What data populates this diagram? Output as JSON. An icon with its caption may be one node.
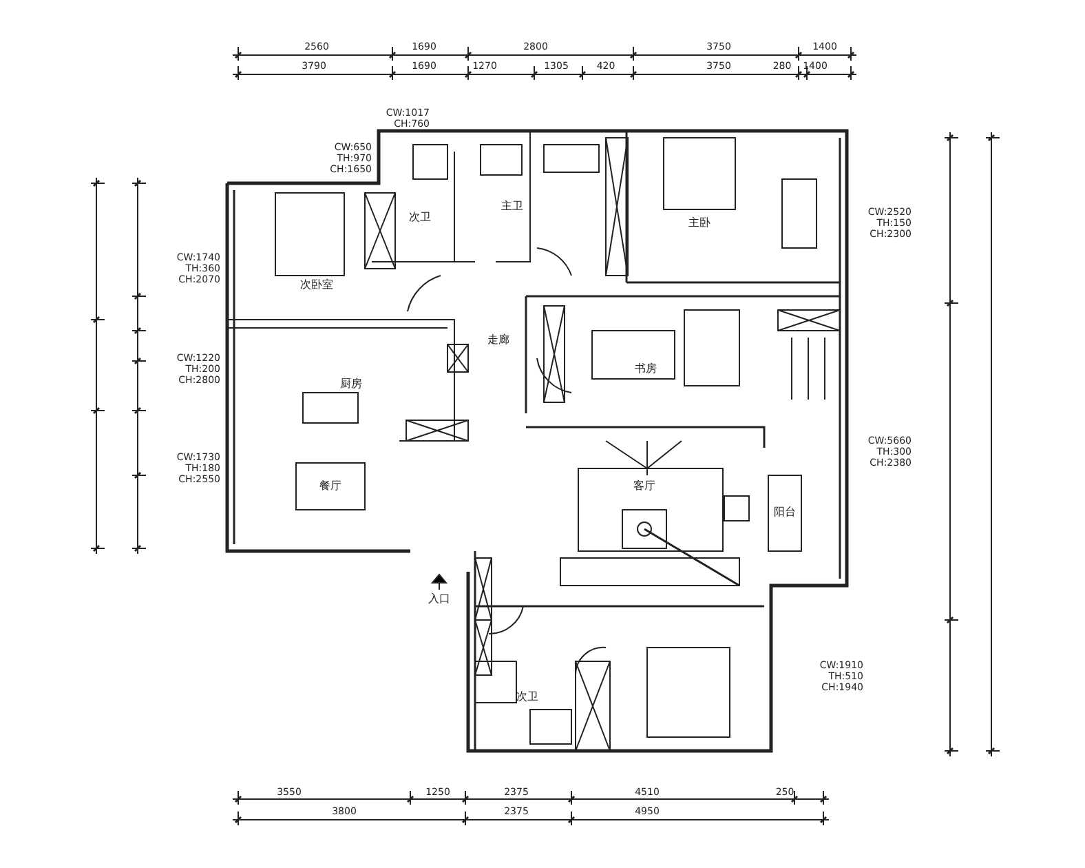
{
  "diagram": {
    "labels": [
      "2560",
      "1690",
      "2800",
      "3750",
      "1400",
      "3790",
      "1690",
      "1270",
      "1305",
      "420",
      "3750",
      "280",
      "1400",
      "CW:1017 CH:760",
      "CW:650 TH:970 CH:1650",
      "次卫",
      "主卫",
      "主卧",
      "CW:2520 TH:150 CH:2300",
      "CW:1740 TH:360 CH:2070",
      "次卧室",
      "走廊",
      "CW:1220 TH:200 CH:2800",
      "书房",
      "厨房",
      "CW:5660 TH:300 CH:2380",
      "CW:1730 TH:180 CH:2550",
      "餐厅",
      "客厅",
      "阳台",
      "入口",
      "CW:1910 TH:510 CH:1940",
      "次卫",
      "3550",
      "1250",
      "2375",
      "4510",
      "250",
      "3800",
      "2375",
      "4950"
    ]
  }
}
